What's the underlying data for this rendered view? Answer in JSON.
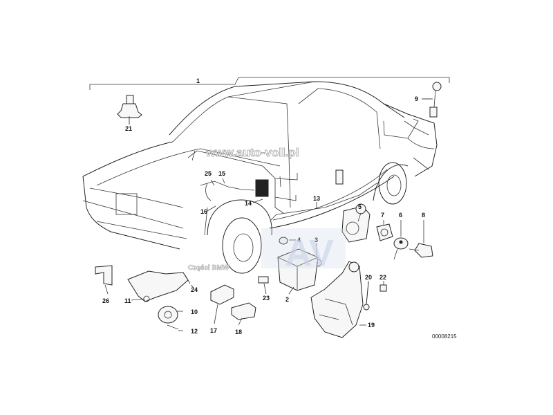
{
  "diagram": {
    "drawing_code": "00008215",
    "watermark": {
      "url": "www.auto-voll.pl",
      "logo_letters": "AV",
      "caption": "Części BMW"
    },
    "callouts": [
      "1",
      "2",
      "3",
      "4",
      "5",
      "6",
      "7",
      "8",
      "9",
      "10",
      "11",
      "12",
      "13",
      "14",
      "15",
      "16",
      "17",
      "18",
      "19",
      "20",
      "21",
      "22",
      "23",
      "24",
      "25",
      "26"
    ]
  }
}
